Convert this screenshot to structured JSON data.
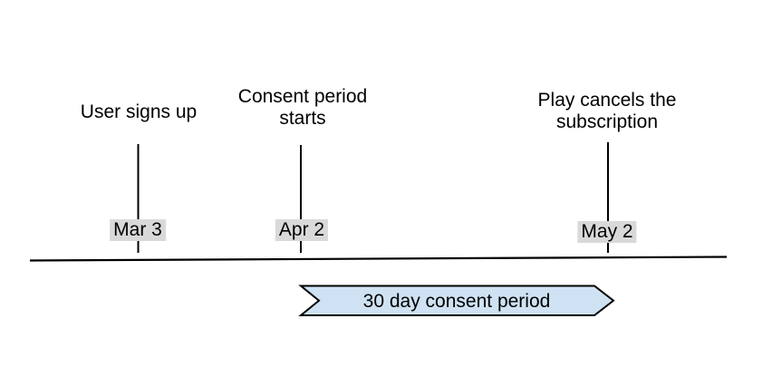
{
  "events": [
    {
      "label": "User signs up",
      "date": "Mar 3"
    },
    {
      "label": "Consent period starts",
      "date": "Apr 2"
    },
    {
      "label": "Play cancels the subscription",
      "date": "May 2"
    }
  ],
  "period": {
    "label": "30 day consent period"
  },
  "colors": {
    "text": "#000000",
    "line": "#000000",
    "badge_bg": "#d9d9d9",
    "arrow_fill": "#cfe2f3"
  }
}
